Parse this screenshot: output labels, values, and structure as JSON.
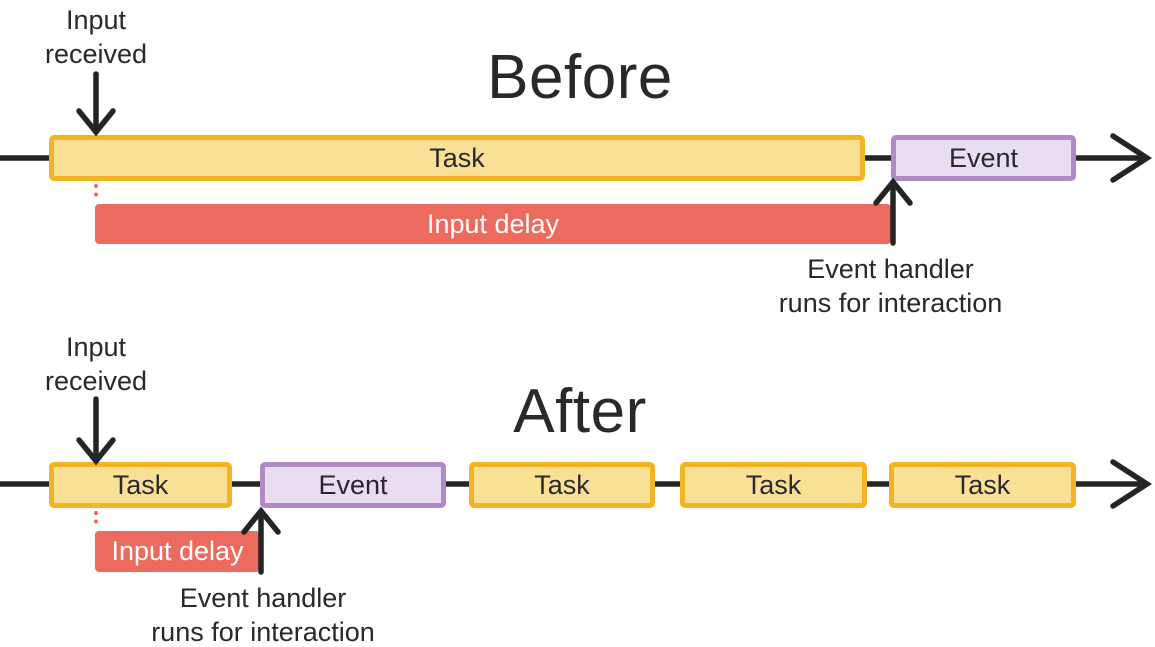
{
  "palette": {
    "task-border": "#f2b424",
    "task-fill": "#fae094",
    "event-border": "#af8ac6",
    "event-fill": "#e8ddf1",
    "delay-fill": "#ed6a5e",
    "line": "#242424",
    "text": "#28292c"
  },
  "before": {
    "title": "Before",
    "input_label": "Input\nreceived",
    "boxes": [
      {
        "type": "task",
        "label": "Task"
      },
      {
        "type": "event",
        "label": "Event"
      }
    ],
    "delay_label": "Input delay",
    "handler_label": "Event handler\nruns for interaction"
  },
  "after": {
    "title": "After",
    "input_label": "Input\nreceived",
    "boxes": [
      {
        "type": "task",
        "label": "Task"
      },
      {
        "type": "event",
        "label": "Event"
      },
      {
        "type": "task",
        "label": "Task"
      },
      {
        "type": "task",
        "label": "Task"
      },
      {
        "type": "task",
        "label": "Task"
      }
    ],
    "delay_label": "Input delay",
    "handler_label": "Event handler\nruns for interaction"
  }
}
